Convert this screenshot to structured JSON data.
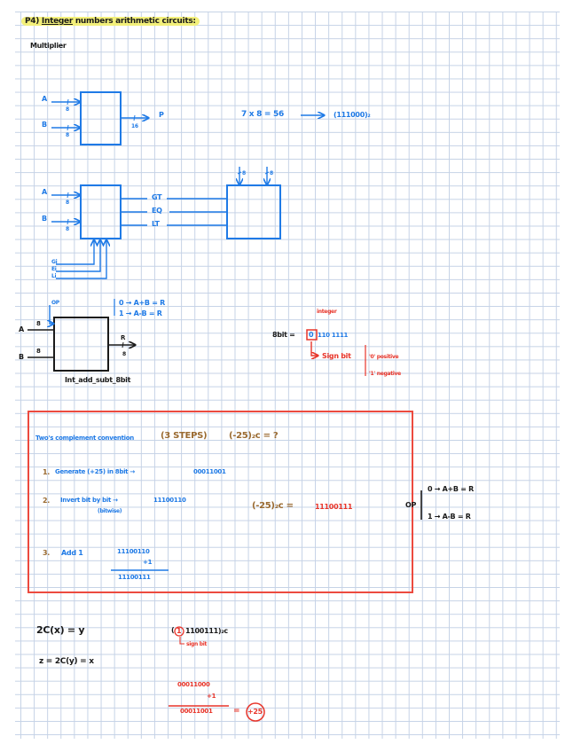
{
  "page": {
    "heading_prefix": "P4)",
    "heading_underlined": "Integer",
    "heading_rest": "numbers arithmetic circuits:",
    "subheading": "Multiplier"
  },
  "multiplier": {
    "input_a": "A",
    "input_b": "B",
    "width_a": "8",
    "width_b": "8",
    "output": "P",
    "width_out": "16",
    "example": "7 x 8 = 56",
    "example_arrow": "⟶",
    "example_result": "(111000)₂"
  },
  "comparator": {
    "input_a": "A",
    "input_b": "B",
    "width_a": "8",
    "width_b": "8",
    "outputs": [
      "GT",
      "EQ",
      "LT"
    ],
    "cascade_inputs": [
      "Gi",
      "Ei",
      "Li"
    ],
    "top_widths": [
      "8",
      "8"
    ]
  },
  "adder": {
    "op_label": "OP",
    "op_rules": [
      "0 → A+B = R",
      "1 → A-B = R"
    ],
    "input_a": "A",
    "input_b": "B",
    "width_a": "8",
    "width_b": "8",
    "output": "R",
    "width_out": "8",
    "caption": "Int_add_subt_8bit"
  },
  "integer_note": {
    "title": "integer",
    "label": "8bit =",
    "sign_digit": "0",
    "rest_bits": "110 1111",
    "sign_bit_label": "Sign bit",
    "cases": [
      "'0' positive",
      "'1' negative"
    ]
  },
  "twos_complement": {
    "title": "Two's complement convention",
    "steps_label": "(3 STEPS)",
    "question": "(-25)₂c = ?",
    "step1_num": "1.",
    "step1_text": "Generate (+25) in 8bit →",
    "step1_value": "00011001",
    "step2_num": "2.",
    "step2_text": "Invert bit by bit →",
    "step2_value": "11100110",
    "step2_note": "(bitwise)",
    "step3_num": "3.",
    "step3_text": "Add 1",
    "add_top": "11100110",
    "add_plus": "+1",
    "add_result": "11100111",
    "answer_label": "(-25)₂c =",
    "answer_value": "11100111"
  },
  "op_side_note": {
    "label": "OP",
    "rules": [
      "0 → A+B = R",
      "1 → A-B = R"
    ]
  },
  "inverse": {
    "eq1": "2C(x) = y",
    "eq2": "z = 2C(y) = x",
    "code_open": "(",
    "code_sign": "1",
    "code_rest": "1100111)₂c",
    "sign_bit_label": "sign bit",
    "sub_top": "00011000",
    "sub_plus": "+1",
    "sub_result": "00011001",
    "equals": "=",
    "final": "+25"
  }
}
